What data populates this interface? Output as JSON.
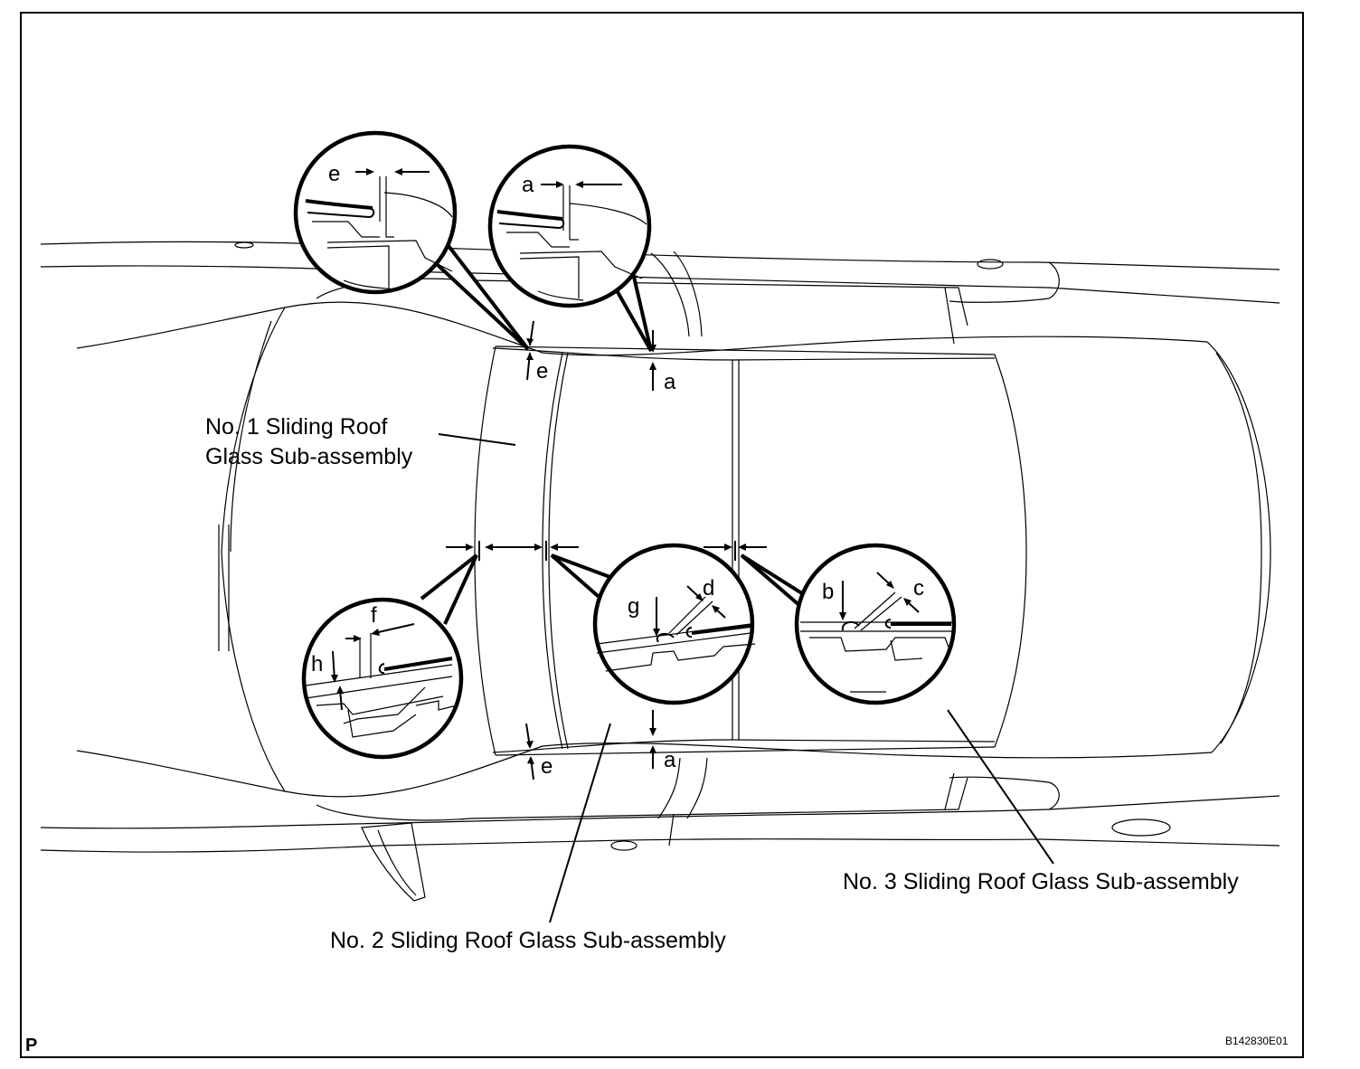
{
  "labels": {
    "glass1_line1": "No. 1 Sliding Roof",
    "glass1_line2": "Glass Sub-assembly",
    "glass2": "No. 2 Sliding Roof Glass Sub-assembly",
    "glass3": "No. 3 Sliding Roof Glass Sub-assembly"
  },
  "gap_letters": {
    "a": "a",
    "b": "b",
    "c": "c",
    "d": "d",
    "e": "e",
    "f": "f",
    "g": "g",
    "h": "h"
  },
  "corner_mark": "P",
  "figure_code": "B142830E01"
}
